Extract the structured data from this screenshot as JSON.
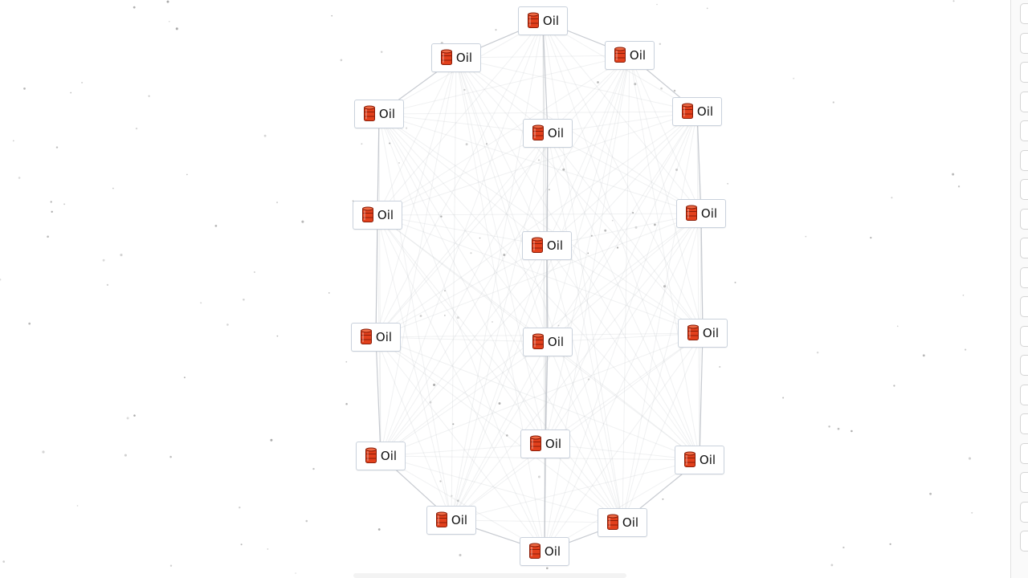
{
  "colors": {
    "edge": "#b9bec6",
    "node_border": "#c9d1dc",
    "barrel_fill": "#e2401c",
    "barrel_dark": "#8a1d08",
    "dot": "#9a9a9a"
  },
  "node_icon": "oil-barrel-icon",
  "nodes": [
    {
      "id": "n1",
      "label": "Oil"
    },
    {
      "id": "n2",
      "label": "Oil"
    },
    {
      "id": "n3",
      "label": "Oil"
    },
    {
      "id": "n4",
      "label": "Oil"
    },
    {
      "id": "n5",
      "label": "Oil"
    },
    {
      "id": "n6",
      "label": "Oil"
    },
    {
      "id": "n7",
      "label": "Oil"
    },
    {
      "id": "n8",
      "label": "Oil"
    },
    {
      "id": "n9",
      "label": "Oil"
    },
    {
      "id": "n10",
      "label": "Oil"
    },
    {
      "id": "n11",
      "label": "Oil"
    },
    {
      "id": "n12",
      "label": "Oil"
    },
    {
      "id": "n13",
      "label": "Oil"
    },
    {
      "id": "n14",
      "label": "Oil"
    },
    {
      "id": "n15",
      "label": "Oil"
    },
    {
      "id": "n16",
      "label": "Oil"
    },
    {
      "id": "n17",
      "label": "Oil"
    },
    {
      "id": "n18",
      "label": "Oil"
    },
    {
      "id": "n19",
      "label": "Oil"
    }
  ]
}
